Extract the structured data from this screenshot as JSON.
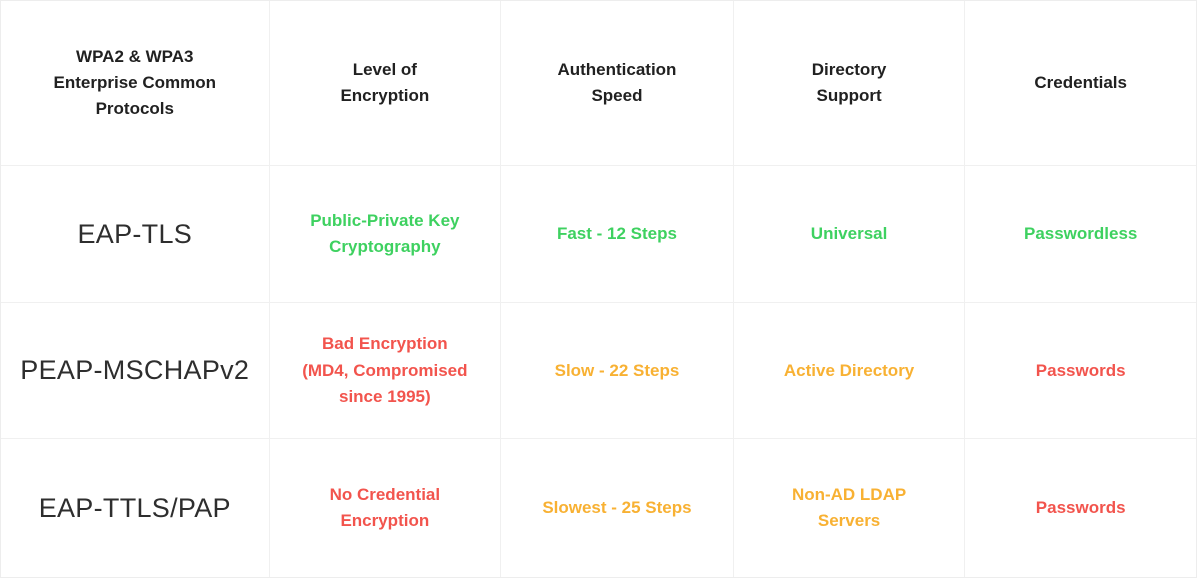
{
  "chart_data": {
    "type": "table",
    "title": "WPA2 & WPA3 Enterprise Common Protocols comparison",
    "headers": [
      {
        "text": "WPA2 & WPA3\nEnterprise Common\nProtocols"
      },
      {
        "text": "Level of\nEncryption"
      },
      {
        "text": "Authentication\nSpeed"
      },
      {
        "text": "Directory\nSupport"
      },
      {
        "text": "Credentials"
      }
    ],
    "rows": [
      {
        "protocol": "EAP-TLS",
        "cells": [
          {
            "text": "Public-Private Key\nCryptography",
            "color": "#3ed160"
          },
          {
            "text": "Fast - 12 Steps",
            "color": "#3ed160"
          },
          {
            "text": "Universal",
            "color": "#3ed160"
          },
          {
            "text": "Passwordless",
            "color": "#3ed160"
          }
        ]
      },
      {
        "protocol": "PEAP-MSCHAPv2",
        "cells": [
          {
            "text": "Bad Encryption\n(MD4, Compromised\nsince 1995)",
            "color": "#f2544d"
          },
          {
            "text": "Slow - 22 Steps",
            "color": "#f8b133"
          },
          {
            "text": "Active Directory",
            "color": "#f8b133"
          },
          {
            "text": "Passwords",
            "color": "#f2544d"
          }
        ]
      },
      {
        "protocol": "EAP-TTLS/PAP",
        "cells": [
          {
            "text": "No Credential\nEncryption",
            "color": "#f2544d"
          },
          {
            "text": "Slowest - 25 Steps",
            "color": "#f8b133"
          },
          {
            "text": "Non-AD LDAP\nServers",
            "color": "#f8b133"
          },
          {
            "text": "Passwords",
            "color": "#f2544d"
          }
        ]
      }
    ],
    "palette": {
      "good": "#3ed160",
      "warning": "#f8b133",
      "bad": "#f2544d",
      "header_text": "#212121",
      "protocol_text": "#2e2e2e",
      "grid_line": "#f0f0f0"
    }
  }
}
